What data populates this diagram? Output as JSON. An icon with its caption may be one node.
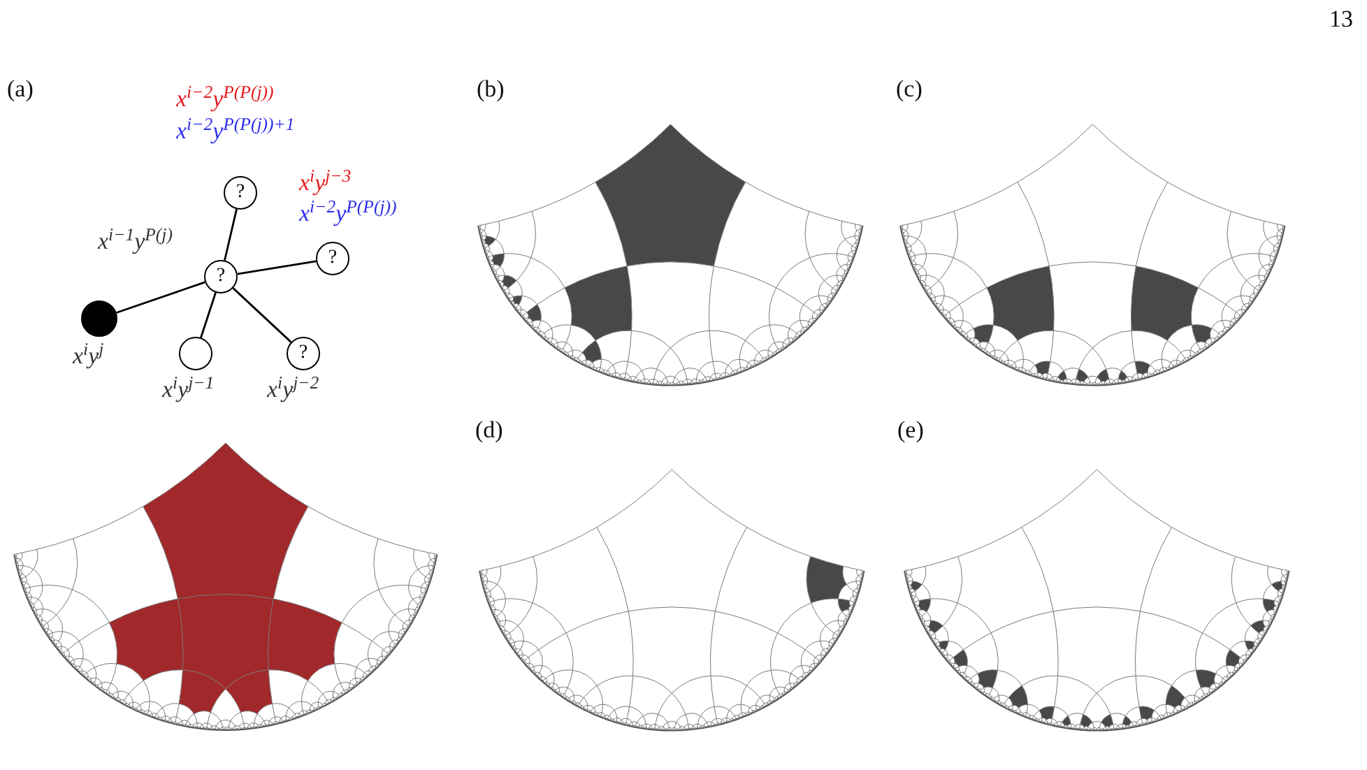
{
  "diagram": {
    "nodes": [
      {
        "text": [
          "?"
        ],
        "beside": [
          "x$^{i−2}$y$^{P(P(j))}$",
          "x$^{i−2}$y$^{P(P(j))+1}$"
        ]
      },
      {
        "text": [
          "?"
        ],
        "beside": [
          "x$^{i}$y$^{j−3}$",
          "x$^{i−2}$y$^{P(P(j))}$"
        ]
      },
      {
        "text": [
          "?"
        ],
        "beside": [
          "x$^{i−1}$y$^{P(j)}$"
        ]
      },
      {
        "text": [],
        "shape": "circle",
        "beside": [
          "x$^{i}$y$^{j}$"
        ]
      },
      {
        "text": [],
        "shape": "circle",
        "beside": [
          "x$^{i}$y$^{j−1}$"
        ]
      },
      {
        "text": [
          "?"
        ],
        "beside": [
          "x$^{i}$y$^{j−2}$"
        ]
      }
    ],
    "edges": [
      {
        "from": 2,
        "to": 0,
        "arrow": "none"
      },
      {
        "from": 2,
        "to": 1,
        "arrow": "none"
      },
      {
        "from": 2,
        "to": 3,
        "arrow": "none"
      },
      {
        "from": 2,
        "to": 4,
        "arrow": "none"
      },
      {
        "from": 2,
        "to": 5,
        "arrow": "none"
      }
    ],
    "labels": [
      "13",
      "(a)",
      "(b)",
      "(c)",
      "(d)",
      "(e)"
    ]
  }
}
